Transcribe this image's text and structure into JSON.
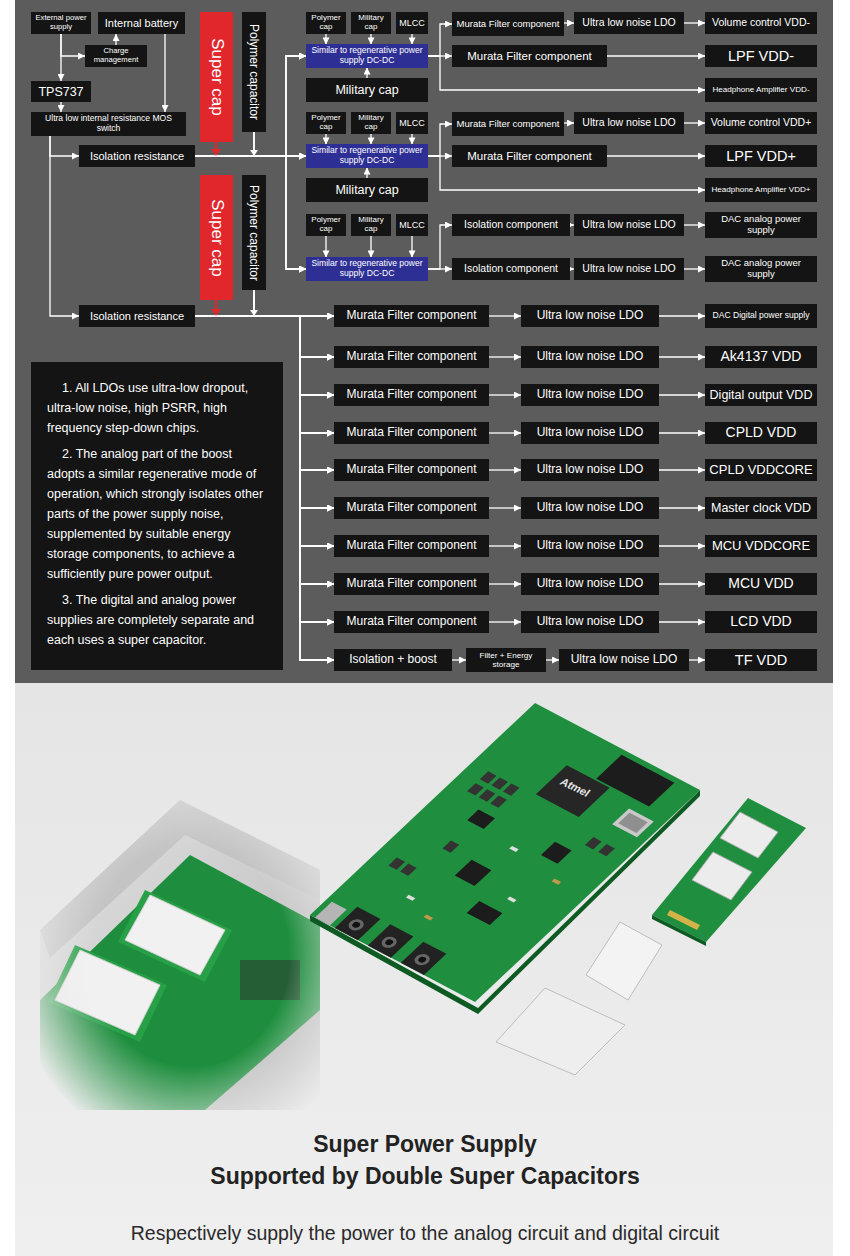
{
  "diagram": {
    "title": "Super Power Supply",
    "caption": "Respectively supply the power to the analog circuit and digital circuit",
    "nodes": [
      {
        "text": [
          "External power supply"
        ]
      },
      {
        "text": [
          "Internal battery"
        ]
      },
      {
        "text": [
          "Charge management"
        ]
      },
      {
        "text": [
          "TPS737"
        ]
      },
      {
        "text": [
          "Ultra low internal resistance MOS switch"
        ]
      },
      {
        "text": [
          "Super cap"
        ]
      },
      {
        "text": [
          "Polymer capacitor"
        ]
      },
      {
        "text": [
          "Isolation resistance"
        ]
      },
      {
        "text": [
          "Polymer cap"
        ]
      },
      {
        "text": [
          "Military cap"
        ]
      },
      {
        "text": [
          "MLCC"
        ]
      },
      {
        "text": [
          "Similar to regenerative power supply DC-DC"
        ]
      },
      {
        "text": [
          "Military cap"
        ]
      },
      {
        "text": [
          "Murata Filter component"
        ]
      },
      {
        "text": [
          "Ultra low noise LDO"
        ]
      },
      {
        "text": [
          "Volume control VDD-"
        ]
      },
      {
        "text": [
          "Murata Filter component"
        ]
      },
      {
        "text": [
          "LPF VDD-"
        ]
      },
      {
        "text": [
          "Headphone Amplifier VDD-"
        ]
      },
      {
        "text": [
          "Polymer cap"
        ]
      },
      {
        "text": [
          "Military cap"
        ]
      },
      {
        "text": [
          "MLCC"
        ]
      },
      {
        "text": [
          "Similar to regenerative power supply DC-DC"
        ]
      },
      {
        "text": [
          "Military cap"
        ]
      },
      {
        "text": [
          "Murata Filter component"
        ]
      },
      {
        "text": [
          "Ultra low noise LDO"
        ]
      },
      {
        "text": [
          "Volume control VDD+"
        ]
      },
      {
        "text": [
          "Murata Filter component"
        ]
      },
      {
        "text": [
          "LPF VDD+"
        ]
      },
      {
        "text": [
          "Headphone Amplifier VDD+"
        ]
      },
      {
        "text": [
          "Super cap"
        ]
      },
      {
        "text": [
          "Polymer capacitor"
        ]
      },
      {
        "text": [
          "Polymer cap"
        ]
      },
      {
        "text": [
          "Military cap"
        ]
      },
      {
        "text": [
          "MLCC"
        ]
      },
      {
        "text": [
          "Similar to regenerative power supply DC-DC"
        ]
      },
      {
        "text": [
          "Isolation component"
        ]
      },
      {
        "text": [
          "Ultra low noise LDO"
        ]
      },
      {
        "text": [
          "DAC analog power supply"
        ]
      },
      {
        "text": [
          "Isolation component"
        ]
      },
      {
        "text": [
          "Ultra low noise LDO"
        ]
      },
      {
        "text": [
          "DAC analog power supply"
        ]
      },
      {
        "text": [
          "Isolation resistance"
        ]
      },
      {
        "text": [
          "Murata Filter component"
        ]
      },
      {
        "text": [
          "Ultra low noise LDO"
        ]
      },
      {
        "text": [
          "DAC Digital power supply"
        ]
      },
      {
        "text": [
          "Murata Filter component"
        ]
      },
      {
        "text": [
          "Ultra low noise LDO"
        ]
      },
      {
        "text": [
          "Ak4137 VDD"
        ]
      },
      {
        "text": [
          "Murata Filter component"
        ]
      },
      {
        "text": [
          "Ultra low noise LDO"
        ]
      },
      {
        "text": [
          "Digital output VDD"
        ]
      },
      {
        "text": [
          "Murata Filter component"
        ]
      },
      {
        "text": [
          "Ultra low noise LDO"
        ]
      },
      {
        "text": [
          "CPLD VDD"
        ]
      },
      {
        "text": [
          "Murata Filter component"
        ]
      },
      {
        "text": [
          "Ultra low noise LDO"
        ]
      },
      {
        "text": [
          "CPLD VDDCORE"
        ]
      },
      {
        "text": [
          "Murata Filter component"
        ]
      },
      {
        "text": [
          "Ultra low noise LDO"
        ]
      },
      {
        "text": [
          "Master clock VDD"
        ]
      },
      {
        "text": [
          "Murata Filter component"
        ]
      },
      {
        "text": [
          "Ultra low noise LDO"
        ]
      },
      {
        "text": [
          "MCU VDDCORE"
        ]
      },
      {
        "text": [
          "Murata Filter component"
        ]
      },
      {
        "text": [
          "Ultra low noise LDO"
        ]
      },
      {
        "text": [
          "MCU VDD"
        ]
      },
      {
        "text": [
          "Murata Filter component"
        ]
      },
      {
        "text": [
          "Ultra low noise LDO"
        ]
      },
      {
        "text": [
          "LCD VDD"
        ]
      },
      {
        "text": [
          "Isolation + boost"
        ]
      },
      {
        "text": [
          "Filter + Energy storage"
        ]
      },
      {
        "text": [
          "Ultra low noise LDO"
        ]
      },
      {
        "text": [
          "TF VDD"
        ]
      },
      {
        "text": [
          "1. All LDOs use ultra-low dropout, ultra-low noise, high PSRR, high frequency step-down chips.",
          "2. The analog part of the boost adopts a similar regenerative mode of operation, which strongly isolates other parts of the power supply noise, supplemented by suitable energy storage components, to achieve a sufficiently pure power output.",
          "3. The digital and analog power supplies are completely separate and each uses a super capacitor."
        ]
      }
    ],
    "edges": [
      {
        "from": 0,
        "to": 3,
        "arrow": "to"
      },
      {
        "from": 0,
        "to": 2,
        "arrow": "to"
      },
      {
        "from": 2,
        "to": 1,
        "arrow": "to"
      },
      {
        "from": 1,
        "to": 4,
        "arrow": "to"
      },
      {
        "from": 3,
        "to": 4,
        "arrow": "to"
      },
      {
        "from": 4,
        "to": 7,
        "arrow": "to"
      },
      {
        "from": 4,
        "to": 42,
        "arrow": "to"
      },
      {
        "from": 7,
        "to": 11,
        "arrow": "to"
      },
      {
        "from": 7,
        "to": 22,
        "arrow": "to"
      },
      {
        "from": 7,
        "to": 35,
        "arrow": "to"
      },
      {
        "from": 5,
        "to": 11,
        "arrow": "to"
      },
      {
        "from": 5,
        "to": 22,
        "arrow": "to"
      },
      {
        "from": 5,
        "to": 35,
        "arrow": "to"
      },
      {
        "from": 6,
        "to": 11,
        "arrow": "to"
      },
      {
        "from": 6,
        "to": 22,
        "arrow": "to"
      },
      {
        "from": 6,
        "to": 35,
        "arrow": "to"
      },
      {
        "from": 8,
        "to": 11,
        "arrow": "to"
      },
      {
        "from": 9,
        "to": 11,
        "arrow": "to"
      },
      {
        "from": 10,
        "to": 11,
        "arrow": "to"
      },
      {
        "from": 12,
        "to": 11,
        "arrow": "to"
      },
      {
        "from": 11,
        "to": 13,
        "arrow": "to"
      },
      {
        "from": 11,
        "to": 16,
        "arrow": "to"
      },
      {
        "from": 11,
        "to": 18,
        "arrow": "to"
      },
      {
        "from": 13,
        "to": 14,
        "arrow": "to"
      },
      {
        "from": 14,
        "to": 15,
        "arrow": "to"
      },
      {
        "from": 16,
        "to": 17,
        "arrow": "to"
      },
      {
        "from": 19,
        "to": 22,
        "arrow": "to"
      },
      {
        "from": 20,
        "to": 22,
        "arrow": "to"
      },
      {
        "from": 21,
        "to": 22,
        "arrow": "to"
      },
      {
        "from": 23,
        "to": 22,
        "arrow": "to"
      },
      {
        "from": 22,
        "to": 24,
        "arrow": "to"
      },
      {
        "from": 22,
        "to": 27,
        "arrow": "to"
      },
      {
        "from": 22,
        "to": 29,
        "arrow": "to"
      },
      {
        "from": 24,
        "to": 25,
        "arrow": "to"
      },
      {
        "from": 25,
        "to": 26,
        "arrow": "to"
      },
      {
        "from": 27,
        "to": 28,
        "arrow": "to"
      },
      {
        "from": 32,
        "to": 35,
        "arrow": "to"
      },
      {
        "from": 33,
        "to": 35,
        "arrow": "to"
      },
      {
        "from": 34,
        "to": 35,
        "arrow": "to"
      },
      {
        "from": 35,
        "to": 36,
        "arrow": "to"
      },
      {
        "from": 35,
        "to": 39,
        "arrow": "to"
      },
      {
        "from": 36,
        "to": 37,
        "arrow": "to"
      },
      {
        "from": 37,
        "to": 38,
        "arrow": "to"
      },
      {
        "from": 39,
        "to": 40,
        "arrow": "to"
      },
      {
        "from": 40,
        "to": 41,
        "arrow": "to"
      },
      {
        "from": 42,
        "to": 43,
        "arrow": "to"
      },
      {
        "from": 42,
        "to": 46,
        "arrow": "to"
      },
      {
        "from": 42,
        "to": 49,
        "arrow": "to"
      },
      {
        "from": 42,
        "to": 52,
        "arrow": "to"
      },
      {
        "from": 42,
        "to": 55,
        "arrow": "to"
      },
      {
        "from": 42,
        "to": 58,
        "arrow": "to"
      },
      {
        "from": 42,
        "to": 61,
        "arrow": "to"
      },
      {
        "from": 42,
        "to": 64,
        "arrow": "to"
      },
      {
        "from": 42,
        "to": 67,
        "arrow": "to"
      },
      {
        "from": 42,
        "to": 70,
        "arrow": "to"
      },
      {
        "from": 30,
        "to": 43,
        "arrow": "to"
      },
      {
        "from": 30,
        "to": 46,
        "arrow": "to"
      },
      {
        "from": 30,
        "to": 49,
        "arrow": "to"
      },
      {
        "from": 30,
        "to": 52,
        "arrow": "to"
      },
      {
        "from": 30,
        "to": 55,
        "arrow": "to"
      },
      {
        "from": 30,
        "to": 58,
        "arrow": "to"
      },
      {
        "from": 30,
        "to": 61,
        "arrow": "to"
      },
      {
        "from": 30,
        "to": 64,
        "arrow": "to"
      },
      {
        "from": 30,
        "to": 67,
        "arrow": "to"
      },
      {
        "from": 30,
        "to": 70,
        "arrow": "to"
      },
      {
        "from": 31,
        "to": 43,
        "arrow": "to"
      },
      {
        "from": 31,
        "to": 46,
        "arrow": "to"
      },
      {
        "from": 31,
        "to": 49,
        "arrow": "to"
      },
      {
        "from": 31,
        "to": 52,
        "arrow": "to"
      },
      {
        "from": 31,
        "to": 55,
        "arrow": "to"
      },
      {
        "from": 31,
        "to": 58,
        "arrow": "to"
      },
      {
        "from": 31,
        "to": 61,
        "arrow": "to"
      },
      {
        "from": 31,
        "to": 64,
        "arrow": "to"
      },
      {
        "from": 31,
        "to": 67,
        "arrow": "to"
      },
      {
        "from": 31,
        "to": 70,
        "arrow": "to"
      },
      {
        "from": 43,
        "to": 44,
        "arrow": "to"
      },
      {
        "from": 44,
        "to": 45,
        "arrow": "to"
      },
      {
        "from": 46,
        "to": 47,
        "arrow": "to"
      },
      {
        "from": 47,
        "to": 48,
        "arrow": "to"
      },
      {
        "from": 49,
        "to": 50,
        "arrow": "to"
      },
      {
        "from": 50,
        "to": 51,
        "arrow": "to"
      },
      {
        "from": 52,
        "to": 53,
        "arrow": "to"
      },
      {
        "from": 53,
        "to": 54,
        "arrow": "to"
      },
      {
        "from": 55,
        "to": 56,
        "arrow": "to"
      },
      {
        "from": 56,
        "to": 57,
        "arrow": "to"
      },
      {
        "from": 58,
        "to": 59,
        "arrow": "to"
      },
      {
        "from": 59,
        "to": 60,
        "arrow": "to"
      },
      {
        "from": 61,
        "to": 62,
        "arrow": "to"
      },
      {
        "from": 62,
        "to": 63,
        "arrow": "to"
      },
      {
        "from": 64,
        "to": 65,
        "arrow": "to"
      },
      {
        "from": 65,
        "to": 66,
        "arrow": "to"
      },
      {
        "from": 67,
        "to": 68,
        "arrow": "to"
      },
      {
        "from": 68,
        "to": 69,
        "arrow": "to"
      },
      {
        "from": 70,
        "to": 71,
        "arrow": "to"
      },
      {
        "from": 71,
        "to": 72,
        "arrow": "to"
      },
      {
        "from": 72,
        "to": 73,
        "arrow": "to"
      }
    ],
    "labels": [
      "Supported by Double Super Capacitors",
      "Atmel"
    ]
  }
}
